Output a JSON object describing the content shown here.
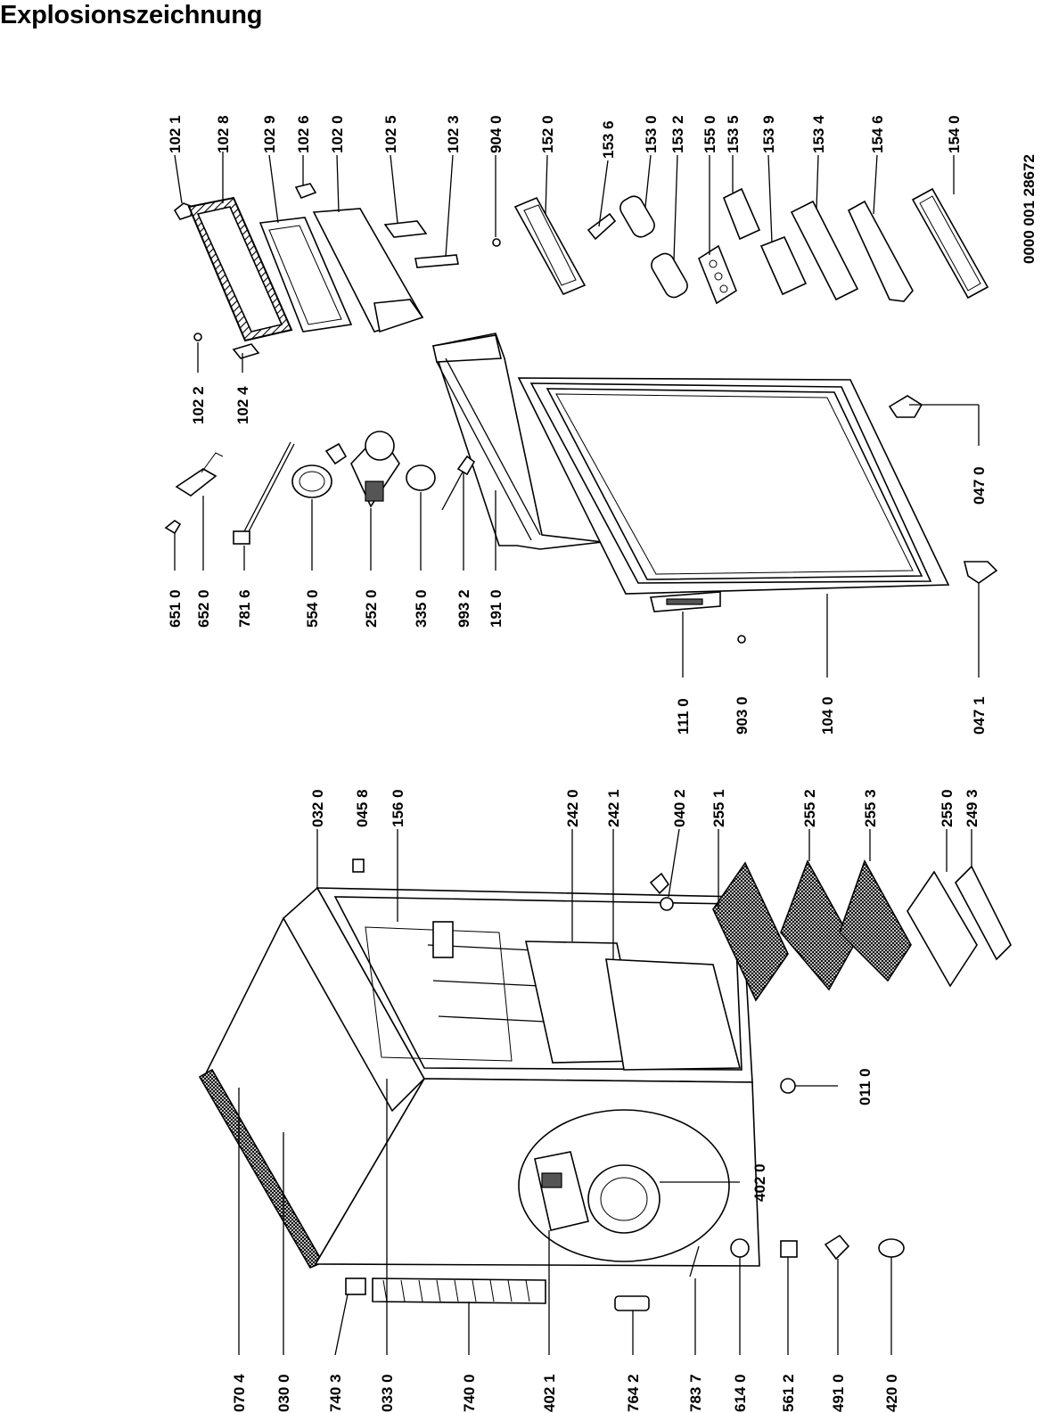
{
  "title": "Explosionszeichnung",
  "doc_number": "0000 001 28672",
  "parts": {
    "p1021": "102 1",
    "p1028": "102 8",
    "p1029": "102 9",
    "p1026": "102 6",
    "p1020": "102 0",
    "p1025": "102 5",
    "p1023": "102 3",
    "p9040": "904 0",
    "p1520": "152 0",
    "p1536": "153 6",
    "p1530": "153 0",
    "p1532": "153 2",
    "p1550": "155 0",
    "p1535": "153 5",
    "p1539": "153 9",
    "p1534": "153 4",
    "p1546": "154 6",
    "p1540": "154 0",
    "p1022": "102 2",
    "p1024": "102 4",
    "p6510": "651 0",
    "p6520": "652 0",
    "p7816": "781 6",
    "p5540": "554 0",
    "p2520": "252 0",
    "p3350": "335 0",
    "p9932": "993 2",
    "p1910": "191 0",
    "p1110": "111 0",
    "p9030": "903 0",
    "p1040": "104 0",
    "p0471": "047 1",
    "p0470": "047 0",
    "p0320": "032 0",
    "p0458": "045 8",
    "p1560": "156 0",
    "p2420": "242 0",
    "p2421": "242 1",
    "p0402": "040 2",
    "p2551": "255 1",
    "p2552": "255 2",
    "p2553": "255 3",
    "p2550": "255 0",
    "p2493": "249 3",
    "p0110": "011 0",
    "p4020": "402 0",
    "p0704": "070 4",
    "p0300": "030 0",
    "p7403": "740 3",
    "p0330": "033 0",
    "p7400": "740 0",
    "p4021": "402 1",
    "p7642": "764 2",
    "p7837": "783 7",
    "p6140": "614 0",
    "p5612": "561 2",
    "p4910": "491 0",
    "p4200": "420 0"
  }
}
